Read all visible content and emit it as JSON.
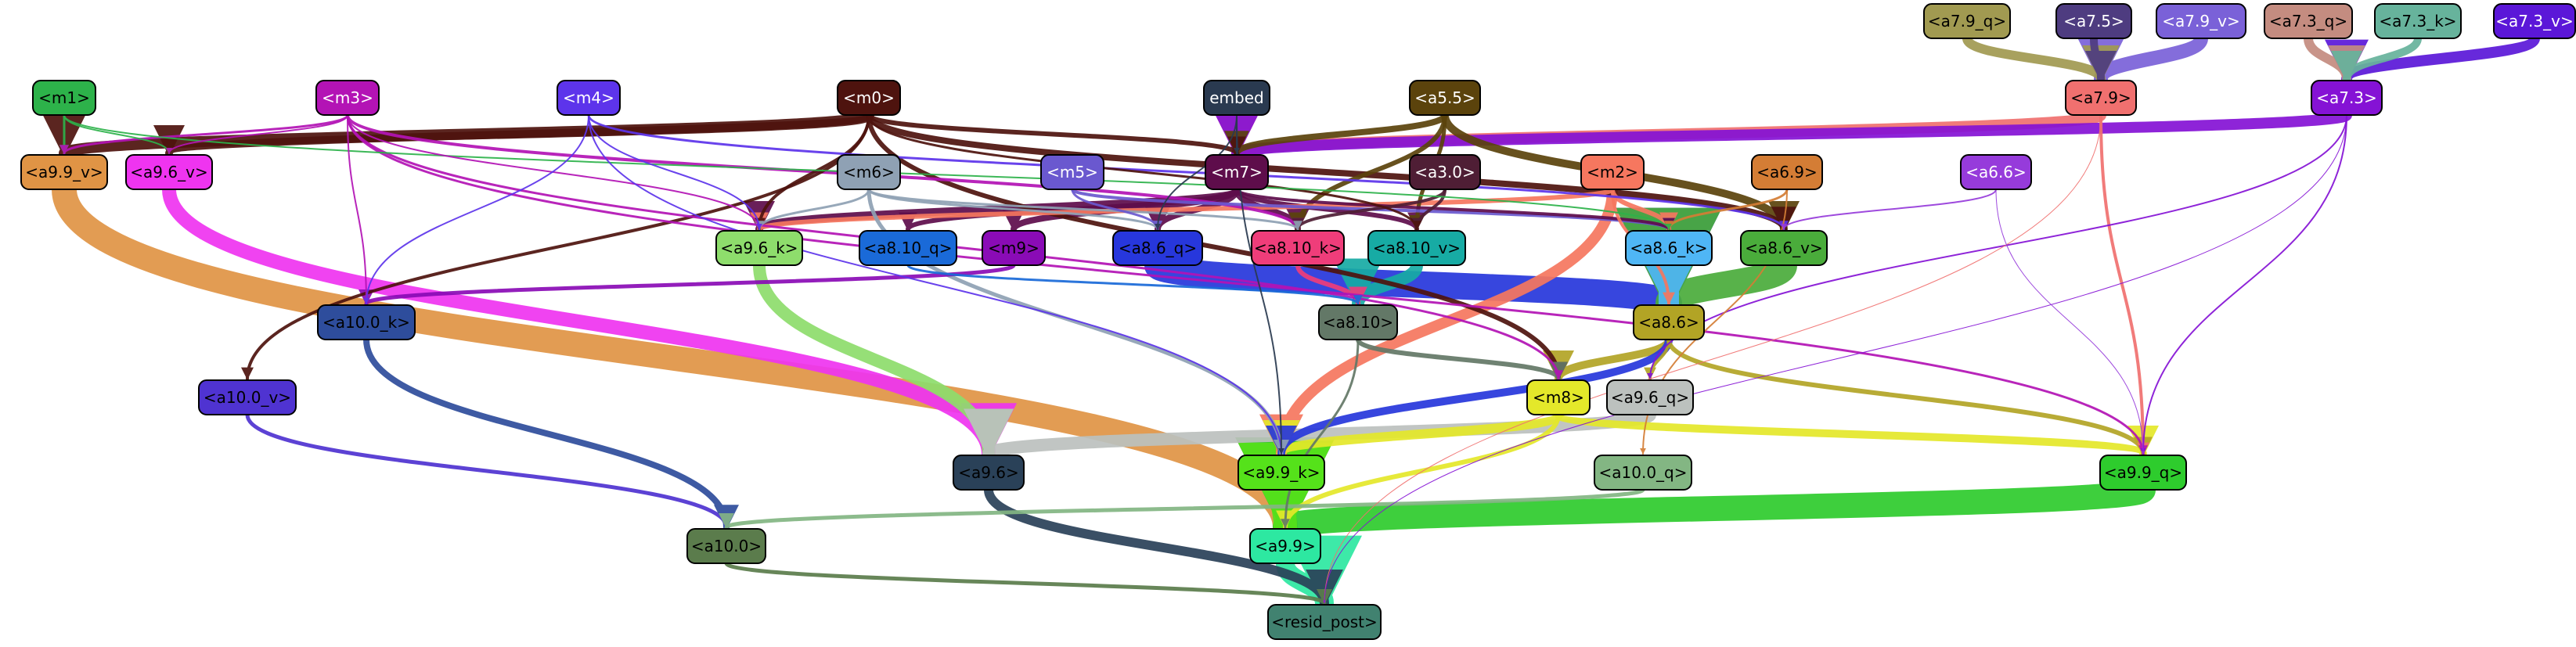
{
  "graph": {
    "nodes": [
      {
        "id": "a7_9_q",
        "label": "<a7.9_q>",
        "color": "#a19a51",
        "text": "#000000"
      },
      {
        "id": "a7_5",
        "label": "<a7.5>",
        "color": "#4e3c80",
        "text": "#ffffff"
      },
      {
        "id": "a7_9_v",
        "label": "<a7.9_v>",
        "color": "#7a61d8",
        "text": "#ffffff"
      },
      {
        "id": "a7_3_q",
        "label": "<a7.3_q>",
        "color": "#c48c80",
        "text": "#000000"
      },
      {
        "id": "a7_3_k",
        "label": "<a7.3_k>",
        "color": "#67b39c",
        "text": "#000000"
      },
      {
        "id": "a7_3_v",
        "label": "<a7.3_v>",
        "color": "#5b17d8",
        "text": "#ffffff"
      },
      {
        "id": "a7_9",
        "label": "<a7.9>",
        "color": "#f0706f",
        "text": "#000000"
      },
      {
        "id": "a7_3",
        "label": "<a7.3>",
        "color": "#8512d5",
        "text": "#ffffff"
      },
      {
        "id": "m1",
        "label": "<m1>",
        "color": "#2db24a",
        "text": "#000000"
      },
      {
        "id": "m3",
        "label": "<m3>",
        "color": "#b313b5",
        "text": "#ffffff"
      },
      {
        "id": "m4",
        "label": "<m4>",
        "color": "#5d34eb",
        "text": "#ffffff"
      },
      {
        "id": "m0",
        "label": "<m0>",
        "color": "#4e130e",
        "text": "#ffffff"
      },
      {
        "id": "embed",
        "label": "embed",
        "color": "#2a3a50",
        "text": "#ffffff"
      },
      {
        "id": "a5_5",
        "label": "<a5.5>",
        "color": "#5b430c",
        "text": "#ffffff"
      },
      {
        "id": "a9_9_v",
        "label": "<a9.9_v>",
        "color": "#e09445",
        "text": "#000000"
      },
      {
        "id": "a9_6_v",
        "label": "<a9.6_v>",
        "color": "#ef34f0",
        "text": "#000000"
      },
      {
        "id": "m6",
        "label": "<m6>",
        "color": "#8fa1b4",
        "text": "#000000"
      },
      {
        "id": "m5",
        "label": "<m5>",
        "color": "#6a58cf",
        "text": "#ffffff"
      },
      {
        "id": "m7",
        "label": "<m7>",
        "color": "#5e0d4b",
        "text": "#ffffff"
      },
      {
        "id": "a3_0",
        "label": "<a3.0>",
        "color": "#4f1e35",
        "text": "#ffffff"
      },
      {
        "id": "m2",
        "label": "<m2>",
        "color": "#f6775f",
        "text": "#000000"
      },
      {
        "id": "a6_9",
        "label": "<a6.9>",
        "color": "#d47d35",
        "text": "#000000"
      },
      {
        "id": "a6_6",
        "label": "<a6.6>",
        "color": "#963bdb",
        "text": "#ffffff"
      },
      {
        "id": "a9_6_k",
        "label": "<a9.6_k>",
        "color": "#8edd6c",
        "text": "#000000"
      },
      {
        "id": "a8_10_q",
        "label": "<a8.10_q>",
        "color": "#1a6ad8",
        "text": "#000000"
      },
      {
        "id": "m9",
        "label": "<m9>",
        "color": "#8a0bb6",
        "text": "#000000"
      },
      {
        "id": "a8_6_q",
        "label": "<a8.6_q>",
        "color": "#2737dc",
        "text": "#000000"
      },
      {
        "id": "a8_10_k",
        "label": "<a8.10_k>",
        "color": "#ef3d7a",
        "text": "#000000"
      },
      {
        "id": "a8_10_v",
        "label": "<a8.10_v>",
        "color": "#17aba4",
        "text": "#000000"
      },
      {
        "id": "a8_6_k",
        "label": "<a8.6_k>",
        "color": "#4fb6f5",
        "text": "#000000"
      },
      {
        "id": "a8_6_v",
        "label": "<a8.6_v>",
        "color": "#4aac3b",
        "text": "#000000"
      },
      {
        "id": "a10_0_k",
        "label": "<a10.0_k>",
        "color": "#2e4d9c",
        "text": "#000000"
      },
      {
        "id": "a8_10",
        "label": "<a8.10>",
        "color": "#637867",
        "text": "#000000"
      },
      {
        "id": "a8_6",
        "label": "<a8.6>",
        "color": "#b2a425",
        "text": "#000000"
      },
      {
        "id": "a10_0_v",
        "label": "<a10.0_v>",
        "color": "#4f33d1",
        "text": "#000000"
      },
      {
        "id": "m8",
        "label": "<m8>",
        "color": "#e4e82a",
        "text": "#000000"
      },
      {
        "id": "a9_6_q",
        "label": "<a9.6_q>",
        "color": "#bcc1be",
        "text": "#000000"
      },
      {
        "id": "a9_6",
        "label": "<a9.6>",
        "color": "#2a4158",
        "text": "#000000"
      },
      {
        "id": "a9_9_k",
        "label": "<a9.9_k>",
        "color": "#55e21a",
        "text": "#000000"
      },
      {
        "id": "a10_0_q",
        "label": "<a10.0_q>",
        "color": "#83b683",
        "text": "#000000"
      },
      {
        "id": "a9_9_q",
        "label": "<a9.9_q>",
        "color": "#2ecc2d",
        "text": "#000000"
      },
      {
        "id": "a10_0",
        "label": "<a10.0>",
        "color": "#5b7c4c",
        "text": "#000000"
      },
      {
        "id": "a9_9",
        "label": "<a9.9>",
        "color": "#2de8a1",
        "text": "#000000"
      },
      {
        "id": "resid_post",
        "label": "<resid_post>",
        "color": "#418270",
        "text": "#000000"
      }
    ],
    "edges": [
      {
        "from": "a7_9_q",
        "to": "a7_9",
        "color": "#a19a51",
        "weight": 12
      },
      {
        "from": "a7_5",
        "to": "a7_9",
        "color": "#4e3c80",
        "weight": 10
      },
      {
        "from": "a7_9_v",
        "to": "a7_9",
        "color": "#7a61d8",
        "weight": 18
      },
      {
        "from": "a7_3_q",
        "to": "a7_3",
        "color": "#c48c80",
        "weight": 12
      },
      {
        "from": "a7_3_k",
        "to": "a7_3",
        "color": "#67b39c",
        "weight": 10
      },
      {
        "from": "a7_3_v",
        "to": "a7_3",
        "color": "#5b17d8",
        "weight": 14
      },
      {
        "from": "a7_9",
        "to": "m7",
        "color": "#f0706f",
        "weight": 14
      },
      {
        "from": "a7_9",
        "to": "a9_9_q",
        "color": "#f0706f",
        "weight": 4
      },
      {
        "from": "a7_9",
        "to": "resid_post",
        "color": "#f0706f",
        "weight": 1
      },
      {
        "from": "a7_3",
        "to": "m7",
        "color": "#8512d5",
        "weight": 14
      },
      {
        "from": "a7_3",
        "to": "a9_9_q",
        "color": "#8512d5",
        "weight": 2
      },
      {
        "from": "a7_3",
        "to": "resid_post",
        "color": "#8512d5",
        "weight": 1
      },
      {
        "from": "a7_3",
        "to": "a9_6_q",
        "color": "#8512d5",
        "weight": 2
      },
      {
        "from": "m1",
        "to": "a9_9_v",
        "color": "#2db24a",
        "weight": 3
      },
      {
        "from": "m1",
        "to": "a9_6_v",
        "color": "#2db24a",
        "weight": 2
      },
      {
        "from": "m1",
        "to": "a8_6_k",
        "color": "#2db24a",
        "weight": 2
      },
      {
        "from": "m3",
        "to": "a9_9_v",
        "color": "#b313b5",
        "weight": 3
      },
      {
        "from": "m3",
        "to": "a9_6_v",
        "color": "#b313b5",
        "weight": 2
      },
      {
        "from": "m3",
        "to": "a10_0_k",
        "color": "#b313b5",
        "weight": 2
      },
      {
        "from": "m3",
        "to": "a9_6_k",
        "color": "#b313b5",
        "weight": 2
      },
      {
        "from": "m3",
        "to": "m8",
        "color": "#b313b5",
        "weight": 3
      },
      {
        "from": "m3",
        "to": "a9_9_q",
        "color": "#b313b5",
        "weight": 3
      },
      {
        "from": "m3",
        "to": "a8_10_k",
        "color": "#b313b5",
        "weight": 4
      },
      {
        "from": "m4",
        "to": "a10_0_k",
        "color": "#5d34eb",
        "weight": 2
      },
      {
        "from": "m4",
        "to": "a9_6_k",
        "color": "#5d34eb",
        "weight": 2
      },
      {
        "from": "m4",
        "to": "a9_9_k",
        "color": "#5d34eb",
        "weight": 2
      },
      {
        "from": "m4",
        "to": "a8_6_v",
        "color": "#5d34eb",
        "weight": 3
      },
      {
        "from": "m0",
        "to": "a9_9_v",
        "color": "#4e130e",
        "weight": 14
      },
      {
        "from": "m0",
        "to": "a9_6_v",
        "color": "#4e130e",
        "weight": 10
      },
      {
        "from": "m0",
        "to": "a10_0_v",
        "color": "#4e130e",
        "weight": 4
      },
      {
        "from": "m0",
        "to": "a9_6_k",
        "color": "#4e130e",
        "weight": 4
      },
      {
        "from": "m0",
        "to": "m7",
        "color": "#4e130e",
        "weight": 6
      },
      {
        "from": "m0",
        "to": "a8_6_v",
        "color": "#4e130e",
        "weight": 8
      },
      {
        "from": "m0",
        "to": "m8",
        "color": "#4e130e",
        "weight": 6
      },
      {
        "from": "m0",
        "to": "a8_10_v",
        "color": "#4e130e",
        "weight": 3
      },
      {
        "from": "embed",
        "to": "m7",
        "color": "#2a3a50",
        "weight": 2
      },
      {
        "from": "embed",
        "to": "a9_9_k",
        "color": "#2a3a50",
        "weight": 2
      },
      {
        "from": "embed",
        "to": "a8_6_q",
        "color": "#2a3a50",
        "weight": 2
      },
      {
        "from": "a5_5",
        "to": "m7",
        "color": "#5b430c",
        "weight": 8
      },
      {
        "from": "a5_5",
        "to": "a8_6_v",
        "color": "#5b430c",
        "weight": 10
      },
      {
        "from": "a5_5",
        "to": "a8_10_k",
        "color": "#5b430c",
        "weight": 6
      },
      {
        "from": "a5_5",
        "to": "a8_10_v",
        "color": "#5b430c",
        "weight": 5
      },
      {
        "from": "a9_9_v",
        "to": "a9_9",
        "color": "#e09445",
        "weight": 32
      },
      {
        "from": "a9_6_v",
        "to": "a9_6",
        "color": "#ef34f0",
        "weight": 18
      },
      {
        "from": "m6",
        "to": "a9_6_k",
        "color": "#8fa1b4",
        "weight": 3
      },
      {
        "from": "m6",
        "to": "a9_9_k",
        "color": "#8fa1b4",
        "weight": 5
      },
      {
        "from": "m6",
        "to": "a8_6_q",
        "color": "#8fa1b4",
        "weight": 3
      },
      {
        "from": "m6",
        "to": "a8_10_k",
        "color": "#8fa1b4",
        "weight": 3
      },
      {
        "from": "m5",
        "to": "a8_6_q",
        "color": "#6a58cf",
        "weight": 3
      },
      {
        "from": "m5",
        "to": "a8_6_k",
        "color": "#6a58cf",
        "weight": 4
      },
      {
        "from": "m7",
        "to": "a9_6_k",
        "color": "#5e0d4b",
        "weight": 10
      },
      {
        "from": "m7",
        "to": "a8_10_q",
        "color": "#5e0d4b",
        "weight": 6
      },
      {
        "from": "m7",
        "to": "m9",
        "color": "#5e0d4b",
        "weight": 8
      },
      {
        "from": "m7",
        "to": "a8_6_q",
        "color": "#5e0d4b",
        "weight": 8
      },
      {
        "from": "m7",
        "to": "a8_10_k",
        "color": "#5e0d4b",
        "weight": 8
      },
      {
        "from": "m7",
        "to": "a8_10_v",
        "color": "#5e0d4b",
        "weight": 6
      },
      {
        "from": "m7",
        "to": "a8_6_k",
        "color": "#5e0d4b",
        "weight": 4
      },
      {
        "from": "a3_0",
        "to": "a8_10_k",
        "color": "#4f1e35",
        "weight": 4
      },
      {
        "from": "a3_0",
        "to": "a8_10_v",
        "color": "#4f1e35",
        "weight": 4
      },
      {
        "from": "m2",
        "to": "a9_6_k",
        "color": "#f6775f",
        "weight": 6
      },
      {
        "from": "m2",
        "to": "a8_6_k",
        "color": "#f6775f",
        "weight": 6
      },
      {
        "from": "m2",
        "to": "a8_6",
        "color": "#f6775f",
        "weight": 4
      },
      {
        "from": "m2",
        "to": "a9_9_k",
        "color": "#f6775f",
        "weight": 14
      },
      {
        "from": "a6_9",
        "to": "a8_6_k",
        "color": "#d47d35",
        "weight": 3
      },
      {
        "from": "a6_9",
        "to": "a10_0_q",
        "color": "#d47d35",
        "weight": 2
      },
      {
        "from": "a6_6",
        "to": "a8_6_v",
        "color": "#963bdb",
        "weight": 2
      },
      {
        "from": "a6_6",
        "to": "a9_9_q",
        "color": "#963bdb",
        "weight": 1
      },
      {
        "from": "a9_6_k",
        "to": "a9_6",
        "color": "#8edd6c",
        "weight": 16
      },
      {
        "from": "a8_10_q",
        "to": "a8_10",
        "color": "#1a6ad8",
        "weight": 3
      },
      {
        "from": "m9",
        "to": "a10_0_k",
        "color": "#8a0bb6",
        "weight": 5
      },
      {
        "from": "a8_6_q",
        "to": "a8_6",
        "color": "#2737dc",
        "weight": 34
      },
      {
        "from": "a8_10_k",
        "to": "a8_10",
        "color": "#ef3d7a",
        "weight": 6
      },
      {
        "from": "a8_10_v",
        "to": "a8_10",
        "color": "#17aba4",
        "weight": 16
      },
      {
        "from": "a8_6_k",
        "to": "a8_6",
        "color": "#4fb6f5",
        "weight": 26
      },
      {
        "from": "a8_6_v",
        "to": "a8_6",
        "color": "#4aac3b",
        "weight": 34
      },
      {
        "from": "a10_0_k",
        "to": "a10_0",
        "color": "#2e4d9c",
        "weight": 8
      },
      {
        "from": "a8_10",
        "to": "m8",
        "color": "#637867",
        "weight": 6
      },
      {
        "from": "a8_10",
        "to": "a9_9",
        "color": "#637867",
        "weight": 3
      },
      {
        "from": "a8_6",
        "to": "m8",
        "color": "#b2a425",
        "weight": 10
      },
      {
        "from": "a8_6",
        "to": "a9_6_q",
        "color": "#b2a425",
        "weight": 4
      },
      {
        "from": "a8_6",
        "to": "a9_9_q",
        "color": "#b2a425",
        "weight": 6
      },
      {
        "from": "a8_6",
        "to": "a9_9_k",
        "color": "#2737dc",
        "weight": 10
      },
      {
        "from": "a10_0_v",
        "to": "a10_0",
        "color": "#4f33d1",
        "weight": 5
      },
      {
        "from": "m8",
        "to": "a9_9_k",
        "color": "#e4e82a",
        "weight": 12
      },
      {
        "from": "m8",
        "to": "a9_9_q",
        "color": "#e4e82a",
        "weight": 10
      },
      {
        "from": "m8",
        "to": "a9_9",
        "color": "#e4e82a",
        "weight": 6
      },
      {
        "from": "a9_6_q",
        "to": "a9_6",
        "color": "#bcc1be",
        "weight": 16
      },
      {
        "from": "a9_6",
        "to": "resid_post",
        "color": "#2a4158",
        "weight": 12
      },
      {
        "from": "a9_9_k",
        "to": "a9_9",
        "color": "#55e21a",
        "weight": 30
      },
      {
        "from": "a10_0_q",
        "to": "a10_0",
        "color": "#83b683",
        "weight": 5
      },
      {
        "from": "a9_9_q",
        "to": "a9_9",
        "color": "#2ecc2d",
        "weight": 32
      },
      {
        "from": "a10_0",
        "to": "resid_post",
        "color": "#5b7c4c",
        "weight": 5
      },
      {
        "from": "a9_9",
        "to": "resid_post",
        "color": "#2de8a1",
        "weight": 24
      }
    ]
  }
}
